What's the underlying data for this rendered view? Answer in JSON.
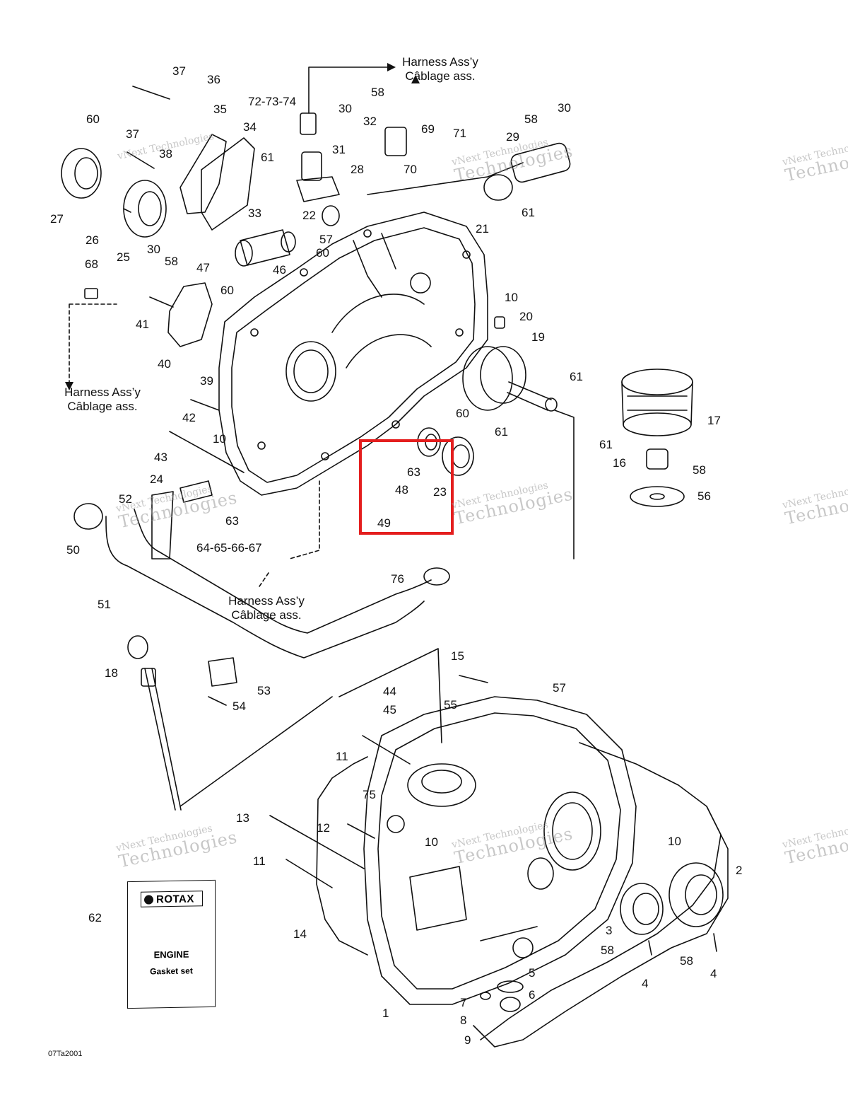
{
  "harness_labels": [
    {
      "line1": "Harness Ass’y",
      "line2": "Câblage ass."
    },
    {
      "line1": "Harness Ass’y",
      "line2": "Câblage ass."
    },
    {
      "line1": "Harness Ass’y",
      "line2": "Câblage ass."
    }
  ],
  "callouts": [
    "37",
    "36",
    "35",
    "34",
    "60",
    "37",
    "38",
    "27",
    "26",
    "25",
    "30",
    "58",
    "72-73-74",
    "30",
    "58",
    "32",
    "31",
    "69",
    "71",
    "58",
    "30",
    "29",
    "70",
    "28",
    "61",
    "61",
    "33",
    "22",
    "57",
    "60",
    "21",
    "68",
    "47",
    "46",
    "60",
    "41",
    "40",
    "39",
    "10",
    "20",
    "19",
    "42",
    "10",
    "43",
    "60",
    "63",
    "23",
    "48",
    "49",
    "61",
    "61",
    "17",
    "61",
    "16",
    "58",
    "56",
    "24",
    "52",
    "63",
    "50",
    "64-65-66-67",
    "76",
    "51",
    "18",
    "53",
    "54",
    "15",
    "57",
    "44",
    "45",
    "55",
    "11",
    "75",
    "13",
    "12",
    "10",
    "10",
    "11",
    "2",
    "14",
    "62",
    "3",
    "58",
    "4",
    "58",
    "4",
    "5",
    "6",
    "7",
    "8",
    "9",
    "1"
  ],
  "manual": {
    "brand": "ROTAX",
    "line1": "ENGINE",
    "line2": "Gasket set"
  },
  "figure_code": "07Ta2001",
  "watermark": {
    "line1": "vNext Technologies",
    "line2": "Technologies"
  },
  "colors": {
    "ink": "#111111",
    "highlight": "#e41e1e",
    "watermark": "#9a9a9a"
  }
}
